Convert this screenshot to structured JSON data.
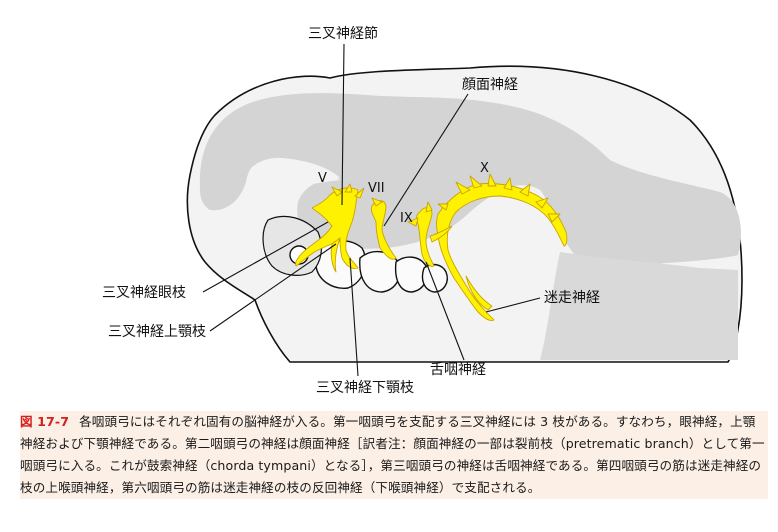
{
  "labels": {
    "trigeminal_ganglion": "三叉神経節",
    "facial_nerve": "顔面神経",
    "ophthalmic_branch": "三叉神経眼枝",
    "maxillary_branch": "三叉神経上顎枝",
    "mandibular_branch": "三叉神経下顎枝",
    "vagus_nerve": "迷走神経",
    "glossopharyngeal_nerve": "舌咽神経",
    "roman_v": "V",
    "roman_vii": "VII",
    "roman_ix": "IX",
    "roman_x": "X"
  },
  "caption": {
    "figure_number": "図 17-7",
    "text": "各咽頭弓にはそれぞれ固有の脳神経が入る。第一咽頭弓を支配する三叉神経には 3 枝がある。すなわち，眼神経，上顎神経および下顎神経である。第二咽頭弓の神経は顔面神経［訳者注：顔面神経の一部は裂前枝（pretrematic branch）として第一咽頭弓に入る。これが鼓索神経（chorda tympani）となる］，第三咽頭弓の神経は舌咽神経である。第四咽頭弓の筋は迷走神経の枝の上喉頭神経，第六咽頭弓の筋は迷走神経の枝の反回神経（下喉頭神経）で支配される。"
  },
  "colors": {
    "nerve": "#fff200",
    "nerve_outline": "#c9a400",
    "brain": "#d4d4d4",
    "embryo_body": "#f3f3f3",
    "caption_bg": "#fbefe6",
    "figure_number": "#d21f1f"
  }
}
